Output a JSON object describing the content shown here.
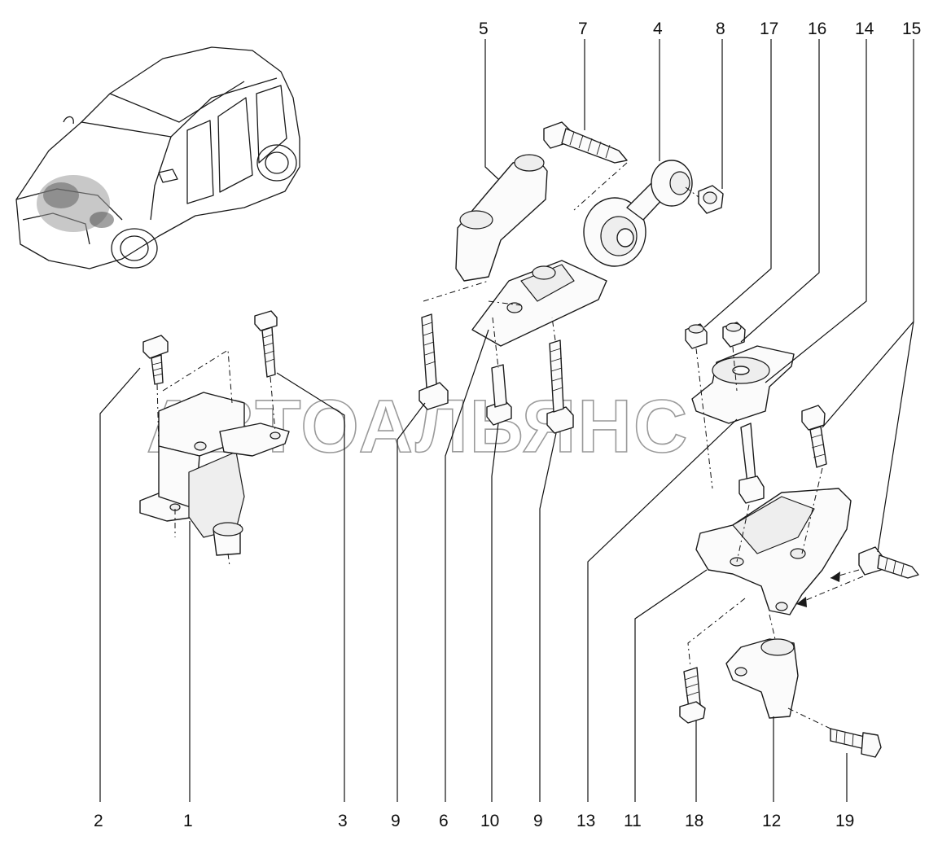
{
  "watermark": "АВТОАЛЬЯНС",
  "callouts_top": [
    "5",
    "7",
    "4",
    "8",
    "17",
    "16",
    "14",
    "15"
  ],
  "callouts_bottom": [
    "2",
    "1",
    "3",
    "9",
    "6",
    "10",
    "9",
    "13",
    "11",
    "18",
    "12",
    "19"
  ],
  "colors": {
    "ink": "#1a1a1a",
    "watermark": "#9a9a9a",
    "background": "#ffffff"
  }
}
